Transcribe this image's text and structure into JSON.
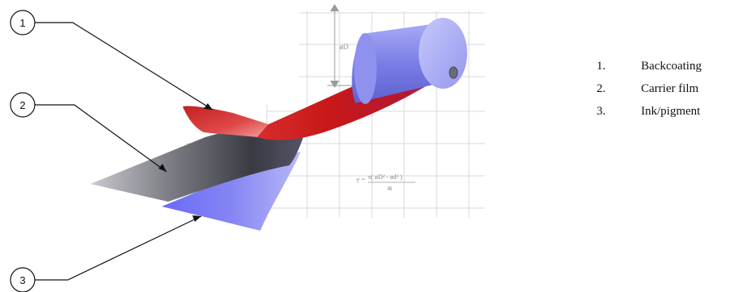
{
  "callouts": [
    "1",
    "2",
    "3"
  ],
  "dimension_label": "øD",
  "formula": {
    "lhs": "y = ",
    "numerator": "π( øD² - ød² )",
    "denominator": "4t"
  },
  "legend": [
    {
      "number": "1.",
      "label": "Backcoating"
    },
    {
      "number": "2.",
      "label": "Carrier film"
    },
    {
      "number": "3.",
      "label": "Ink/pigment"
    }
  ],
  "colors": {
    "backcoating": "#cc1a1a",
    "carrier_film": "#6a6a72",
    "ink_pigment": "#7a7af0",
    "roll": "#8f92f0",
    "grid": "#d9d9d9"
  }
}
